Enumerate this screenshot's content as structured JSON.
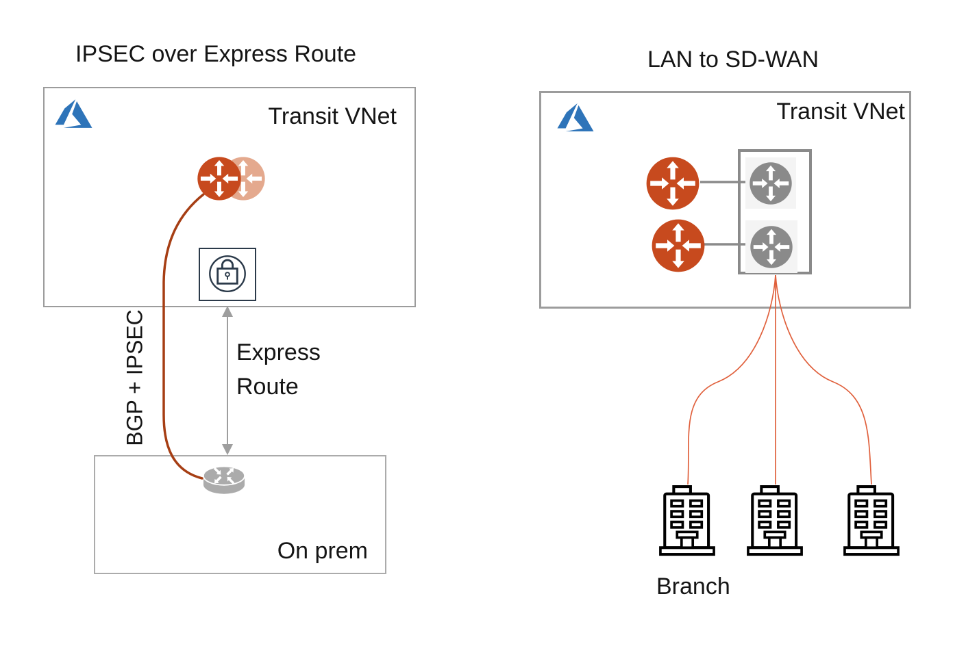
{
  "colors": {
    "azure_blue": "#2E74B9",
    "router_orange": "#C74A1E",
    "router_orange_faded": "#E4A98E",
    "router_gray": "#8A8A8A",
    "router_gray_bg": "#F4F4F4",
    "onprem_router_gray": "#ABABAB",
    "box_border_gray": "#9C9C9C",
    "onprem_border_gray": "#ABABAB",
    "inner_box_border": "#8A8A8A",
    "lock_navy": "#2B3A4A",
    "ipsec_line_red": "#A63E14",
    "branch_line_orange": "#E0603C",
    "arrow_gray": "#9E9E9E"
  },
  "diagram": {
    "left": {
      "title": "IPSEC over Express Route",
      "vnet_label": "Transit VNet",
      "link_label": "BGP + IPSEC",
      "transport_label": "Express Route",
      "onprem_label": "On prem"
    },
    "right": {
      "title": "LAN to SD-WAN",
      "vnet_label": "Transit VNet",
      "branch_label": "Branch"
    },
    "icons": {
      "azure": "azure-logo-icon",
      "active_router": "router-icon",
      "standby_router": "standby-router-icon",
      "ipsec_lock": "ipsec-lock-icon",
      "onprem_router": "onprem-router-icon",
      "sdwan_gateway": "sdwan-router-icon",
      "branch_building": "branch-building-icon",
      "express_route_link": "double-arrow-icon"
    }
  }
}
